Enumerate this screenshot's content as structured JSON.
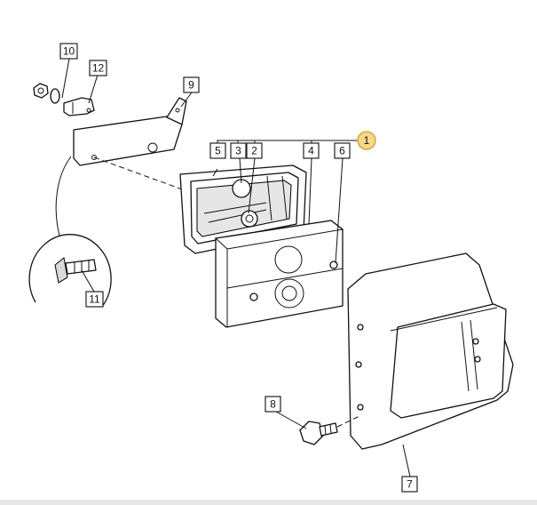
{
  "diagram": {
    "highlighted_label": "1",
    "labels": [
      "1",
      "2",
      "3",
      "4",
      "5",
      "6",
      "7",
      "8",
      "9",
      "10",
      "11",
      "12"
    ]
  },
  "colors": {
    "highlight_fill": "#f5d98a",
    "highlight_stroke": "#d9a93a",
    "line": "#111111"
  }
}
